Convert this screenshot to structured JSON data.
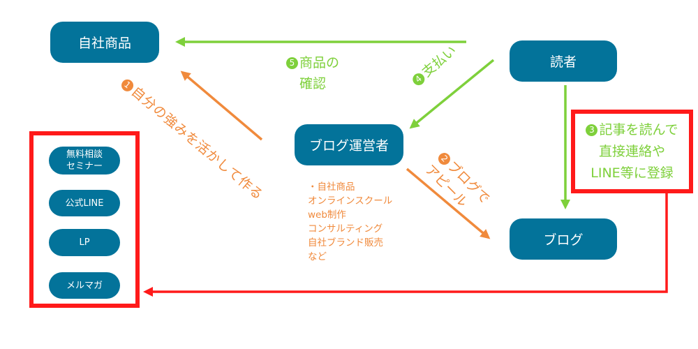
{
  "nodes": {
    "own_product": "自社商品",
    "reader": "読者",
    "blog_operator": "ブログ運営者",
    "blog": "ブログ"
  },
  "channels": {
    "items": [
      [
        "無料相談",
        "セミナー"
      ],
      [
        "公式LINE"
      ],
      [
        "LP"
      ],
      [
        "メルマガ"
      ]
    ]
  },
  "steps": {
    "s1": {
      "num": "1",
      "text": "自分の強みを活かして作る"
    },
    "s2": {
      "num": "2",
      "line1": "ブログで",
      "line2": "アピール"
    },
    "s3": {
      "num": "3",
      "line1": "記事を読んで",
      "line2": "直接連絡や",
      "line3": "LINE等に登録"
    },
    "s4": {
      "num": "4",
      "text": "支払い"
    },
    "s5": {
      "num": "5",
      "line1": "商品の",
      "line2": "確認"
    }
  },
  "operator_products": [
    "・自社商品",
    "オンラインスクール",
    "web制作",
    "コンサルティング",
    "自社ブランド販売",
    "など"
  ],
  "colors": {
    "teal": "#03739a",
    "orange": "#f08a3c",
    "green": "#7ed03b",
    "red": "#ff1a1a"
  }
}
